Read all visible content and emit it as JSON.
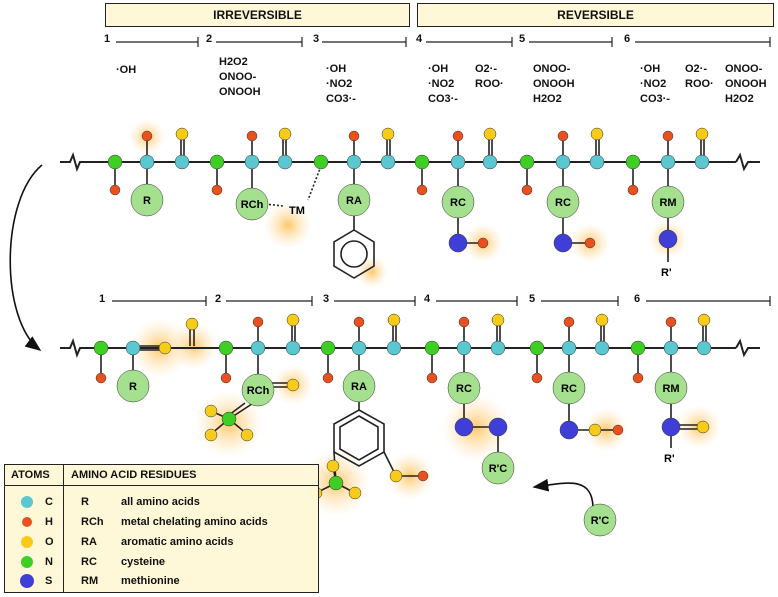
{
  "headers": {
    "irreversible": "IRREVERSIBLE",
    "reversible": "REVERSIBLE"
  },
  "top_steps": [
    {
      "num": "1",
      "lines": [
        "·OH"
      ]
    },
    {
      "num": "2",
      "lines": [
        "H2O2",
        "ONOO-",
        "ONOOH"
      ]
    },
    {
      "num": "3",
      "lines": [
        "·OH",
        "·NO2",
        "CO3·-"
      ]
    },
    {
      "num": "4",
      "lines": [
        "·OH",
        "·NO2",
        "CO3·-"
      ],
      "lines2": [
        "O2·-",
        "ROO·"
      ]
    },
    {
      "num": "5",
      "lines": [
        "ONOO-",
        "ONOOH",
        "H2O2"
      ]
    },
    {
      "num": "6",
      "lines": [
        "·OH",
        "·NO2",
        "CO3·-"
      ],
      "lines2": [
        "O2·-",
        "ROO·"
      ],
      "lines3": [
        "ONOO-",
        "ONOOH",
        "H2O2"
      ]
    }
  ],
  "bottom_steps": [
    "1",
    "2",
    "3",
    "4",
    "5",
    "6"
  ],
  "residues_top": [
    "R",
    "RCh",
    "RA",
    "RC",
    "RC",
    "RM"
  ],
  "residues_bottom": [
    "R",
    "RCh",
    "RA",
    "RC",
    "R'C",
    "RC",
    "RM"
  ],
  "labels": {
    "tm": "TM",
    "r_prime": "R'",
    "rc_prime_free": "R'C"
  },
  "legend": {
    "col1": "ATOMS",
    "col2": "AMINO ACID RESIDUES",
    "rows": [
      {
        "atom": "C",
        "color": "#5bc7d1",
        "code": "R",
        "desc": "all amino acids"
      },
      {
        "atom": "H",
        "color": "#e8501e",
        "code": "RCh",
        "desc": "metal chelating amino acids"
      },
      {
        "atom": "O",
        "color": "#f6cb19",
        "code": "RA",
        "desc": "aromatic amino acids"
      },
      {
        "atom": "N",
        "color": "#3fcf24",
        "code": "RC",
        "desc": "cysteine"
      },
      {
        "atom": "S",
        "color": "#3f3fd8",
        "code": "RM",
        "desc": "methionine"
      }
    ]
  },
  "colors": {
    "carbon": "#5bc7d1",
    "hydrogen": "#e8501e",
    "oxygen": "#f6cb19",
    "nitrogen": "#3fcf24",
    "sulfur": "#3f3fd8",
    "residue": "#a5e08e",
    "glow": "#ffd9a0",
    "header_bg": "#fff8d8"
  }
}
